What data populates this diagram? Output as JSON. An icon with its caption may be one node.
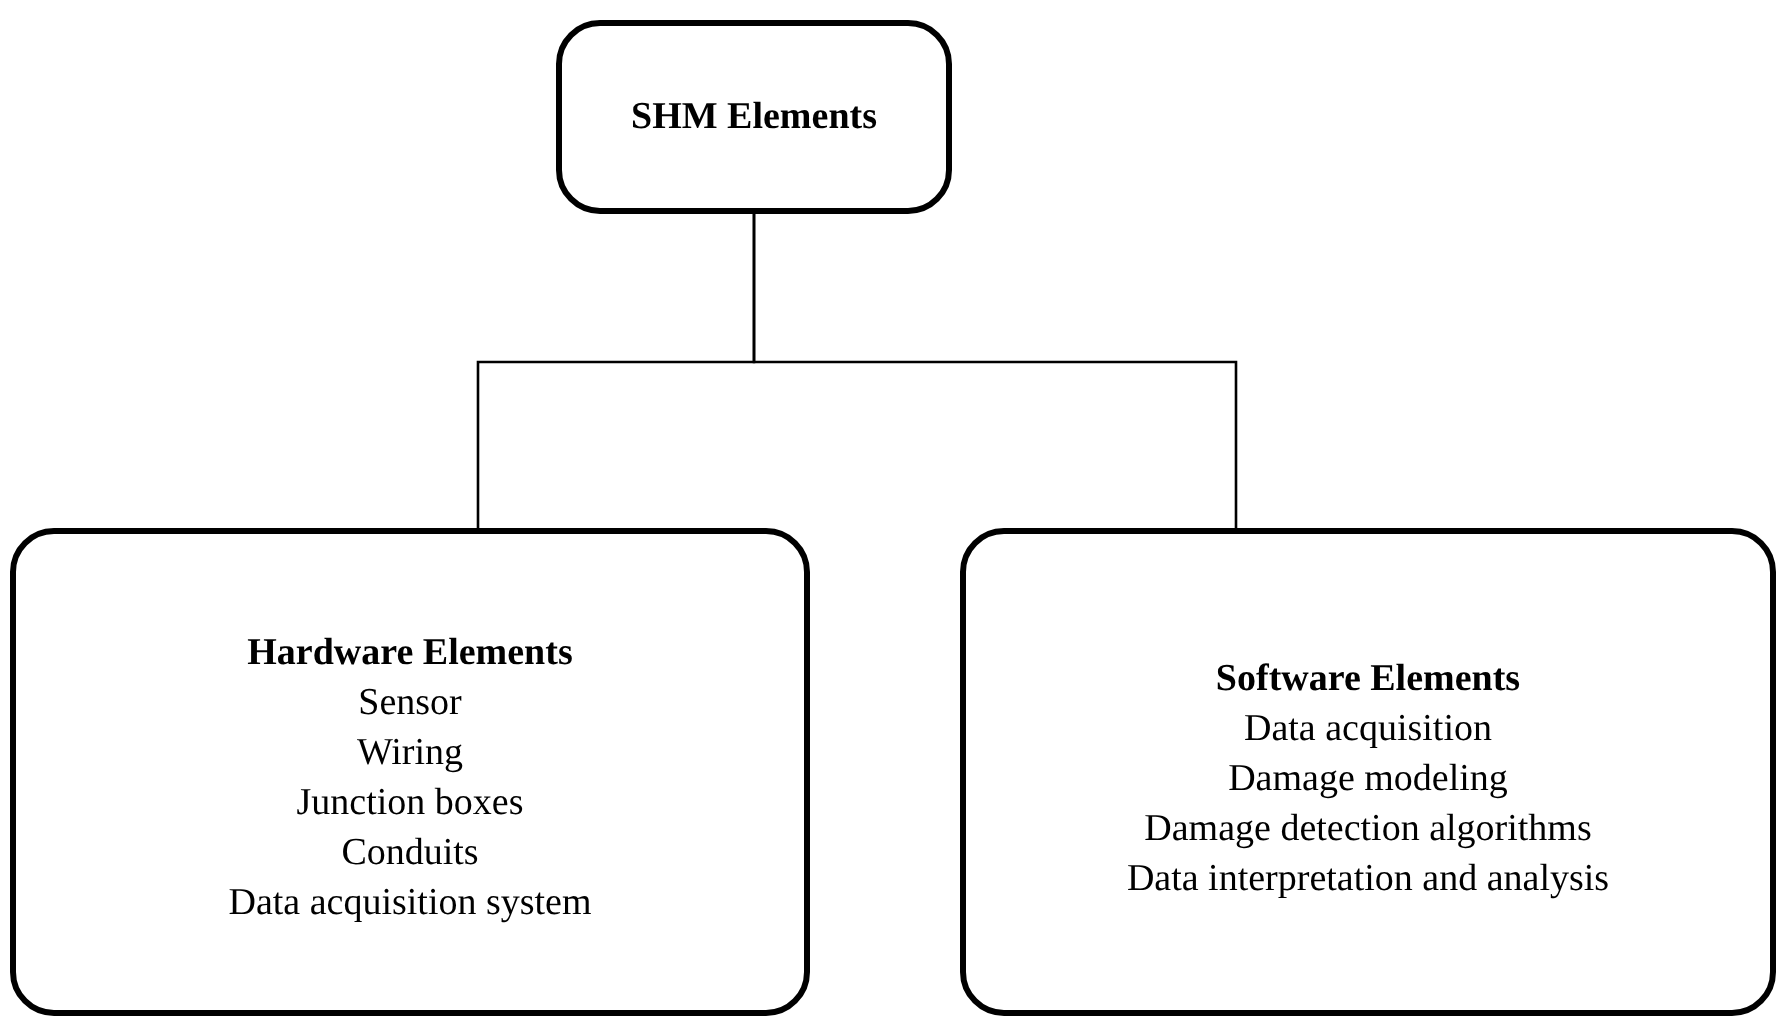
{
  "diagram": {
    "nodes": [
      {
        "text": [
          "SHM Elements"
        ]
      },
      {
        "text": [
          "Hardware Elements",
          "Sensor",
          "Wiring",
          "Junction boxes",
          "Conduits",
          "Data acquisition system"
        ]
      },
      {
        "text": [
          "Software Elements",
          "Data acquisition",
          "Damage modeling",
          "Damage detection algorithms",
          "Data interpretation and analysis"
        ]
      }
    ],
    "edges": [
      {
        "from": 0,
        "to": 1,
        "arrow": "none"
      },
      {
        "from": 0,
        "to": 2,
        "arrow": "none"
      }
    ]
  }
}
